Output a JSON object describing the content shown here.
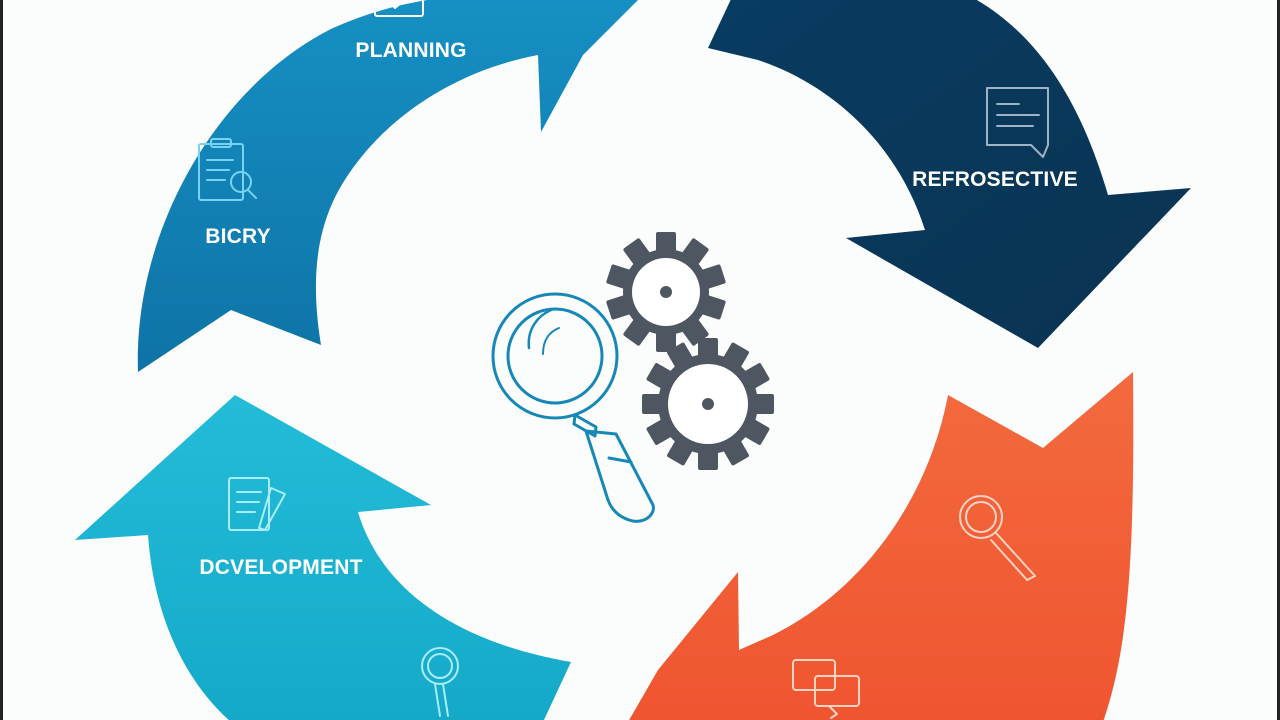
{
  "diagram": {
    "type": "cycle",
    "stages": [
      {
        "id": "planning",
        "label": "PLANNING",
        "color": "#1183b8",
        "icon": "checklist-icon"
      },
      {
        "id": "retrospective",
        "label": "REFROSECTIVE",
        "color": "#073a5c",
        "icon": "chat-bubble-icon"
      },
      {
        "id": "review",
        "label": "",
        "color": "#f15f37",
        "icon": "magnifier-icon"
      },
      {
        "id": "development",
        "label": "DCVELOPMENT",
        "color": "#1ab3d1",
        "icon": "document-pen-icon"
      },
      {
        "id": "story",
        "label": "BICRY",
        "color": "#1183b8",
        "icon": "clipboard-search-icon"
      }
    ],
    "center": {
      "icons": [
        "magnifier-icon",
        "gear-icon",
        "gear-icon"
      ],
      "gear_color": "#4e5761",
      "magnifier_color": "#1688b8"
    }
  }
}
